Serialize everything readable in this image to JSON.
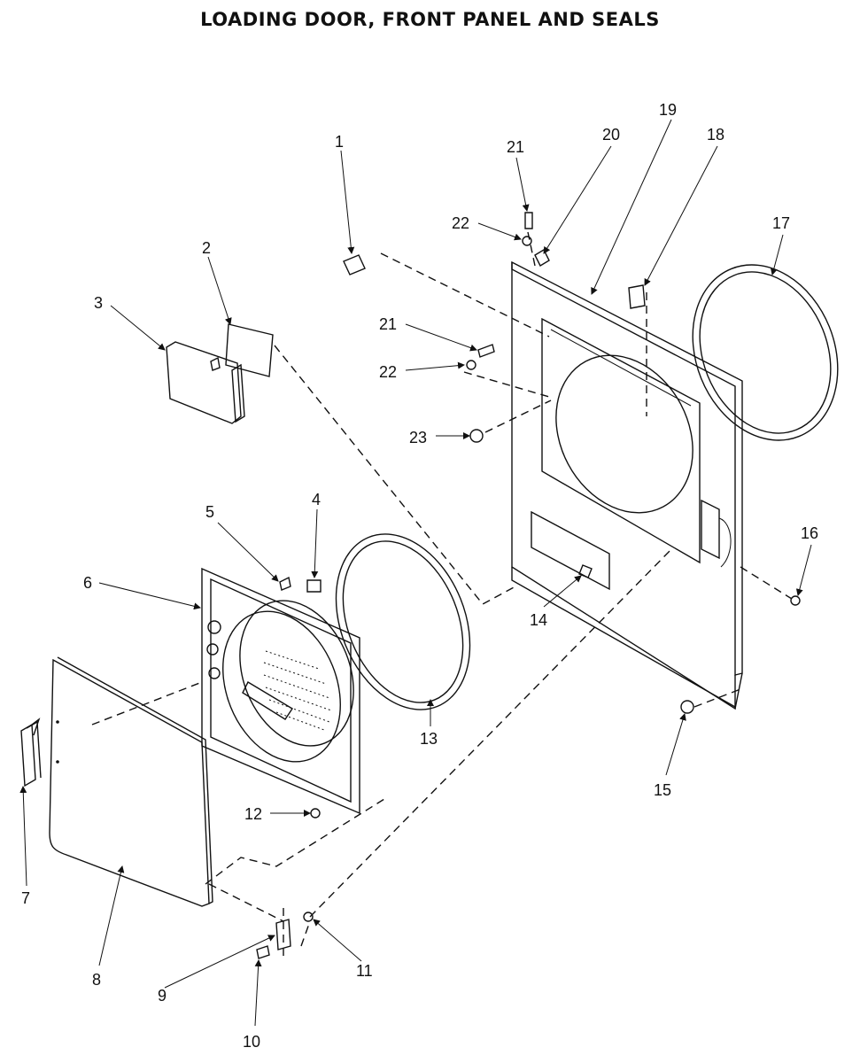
{
  "title": "LOADING DOOR, FRONT PANEL AND SEALS",
  "part_labels": [
    "1",
    "2",
    "3",
    "4",
    "5",
    "6",
    "7",
    "8",
    "9",
    "10",
    "11",
    "12",
    "13",
    "14",
    "15",
    "16",
    "17",
    "18",
    "19",
    "20",
    "21",
    "21",
    "22",
    "22",
    "23"
  ],
  "colors": {
    "ink": "#111111",
    "paper": "#ffffff"
  }
}
